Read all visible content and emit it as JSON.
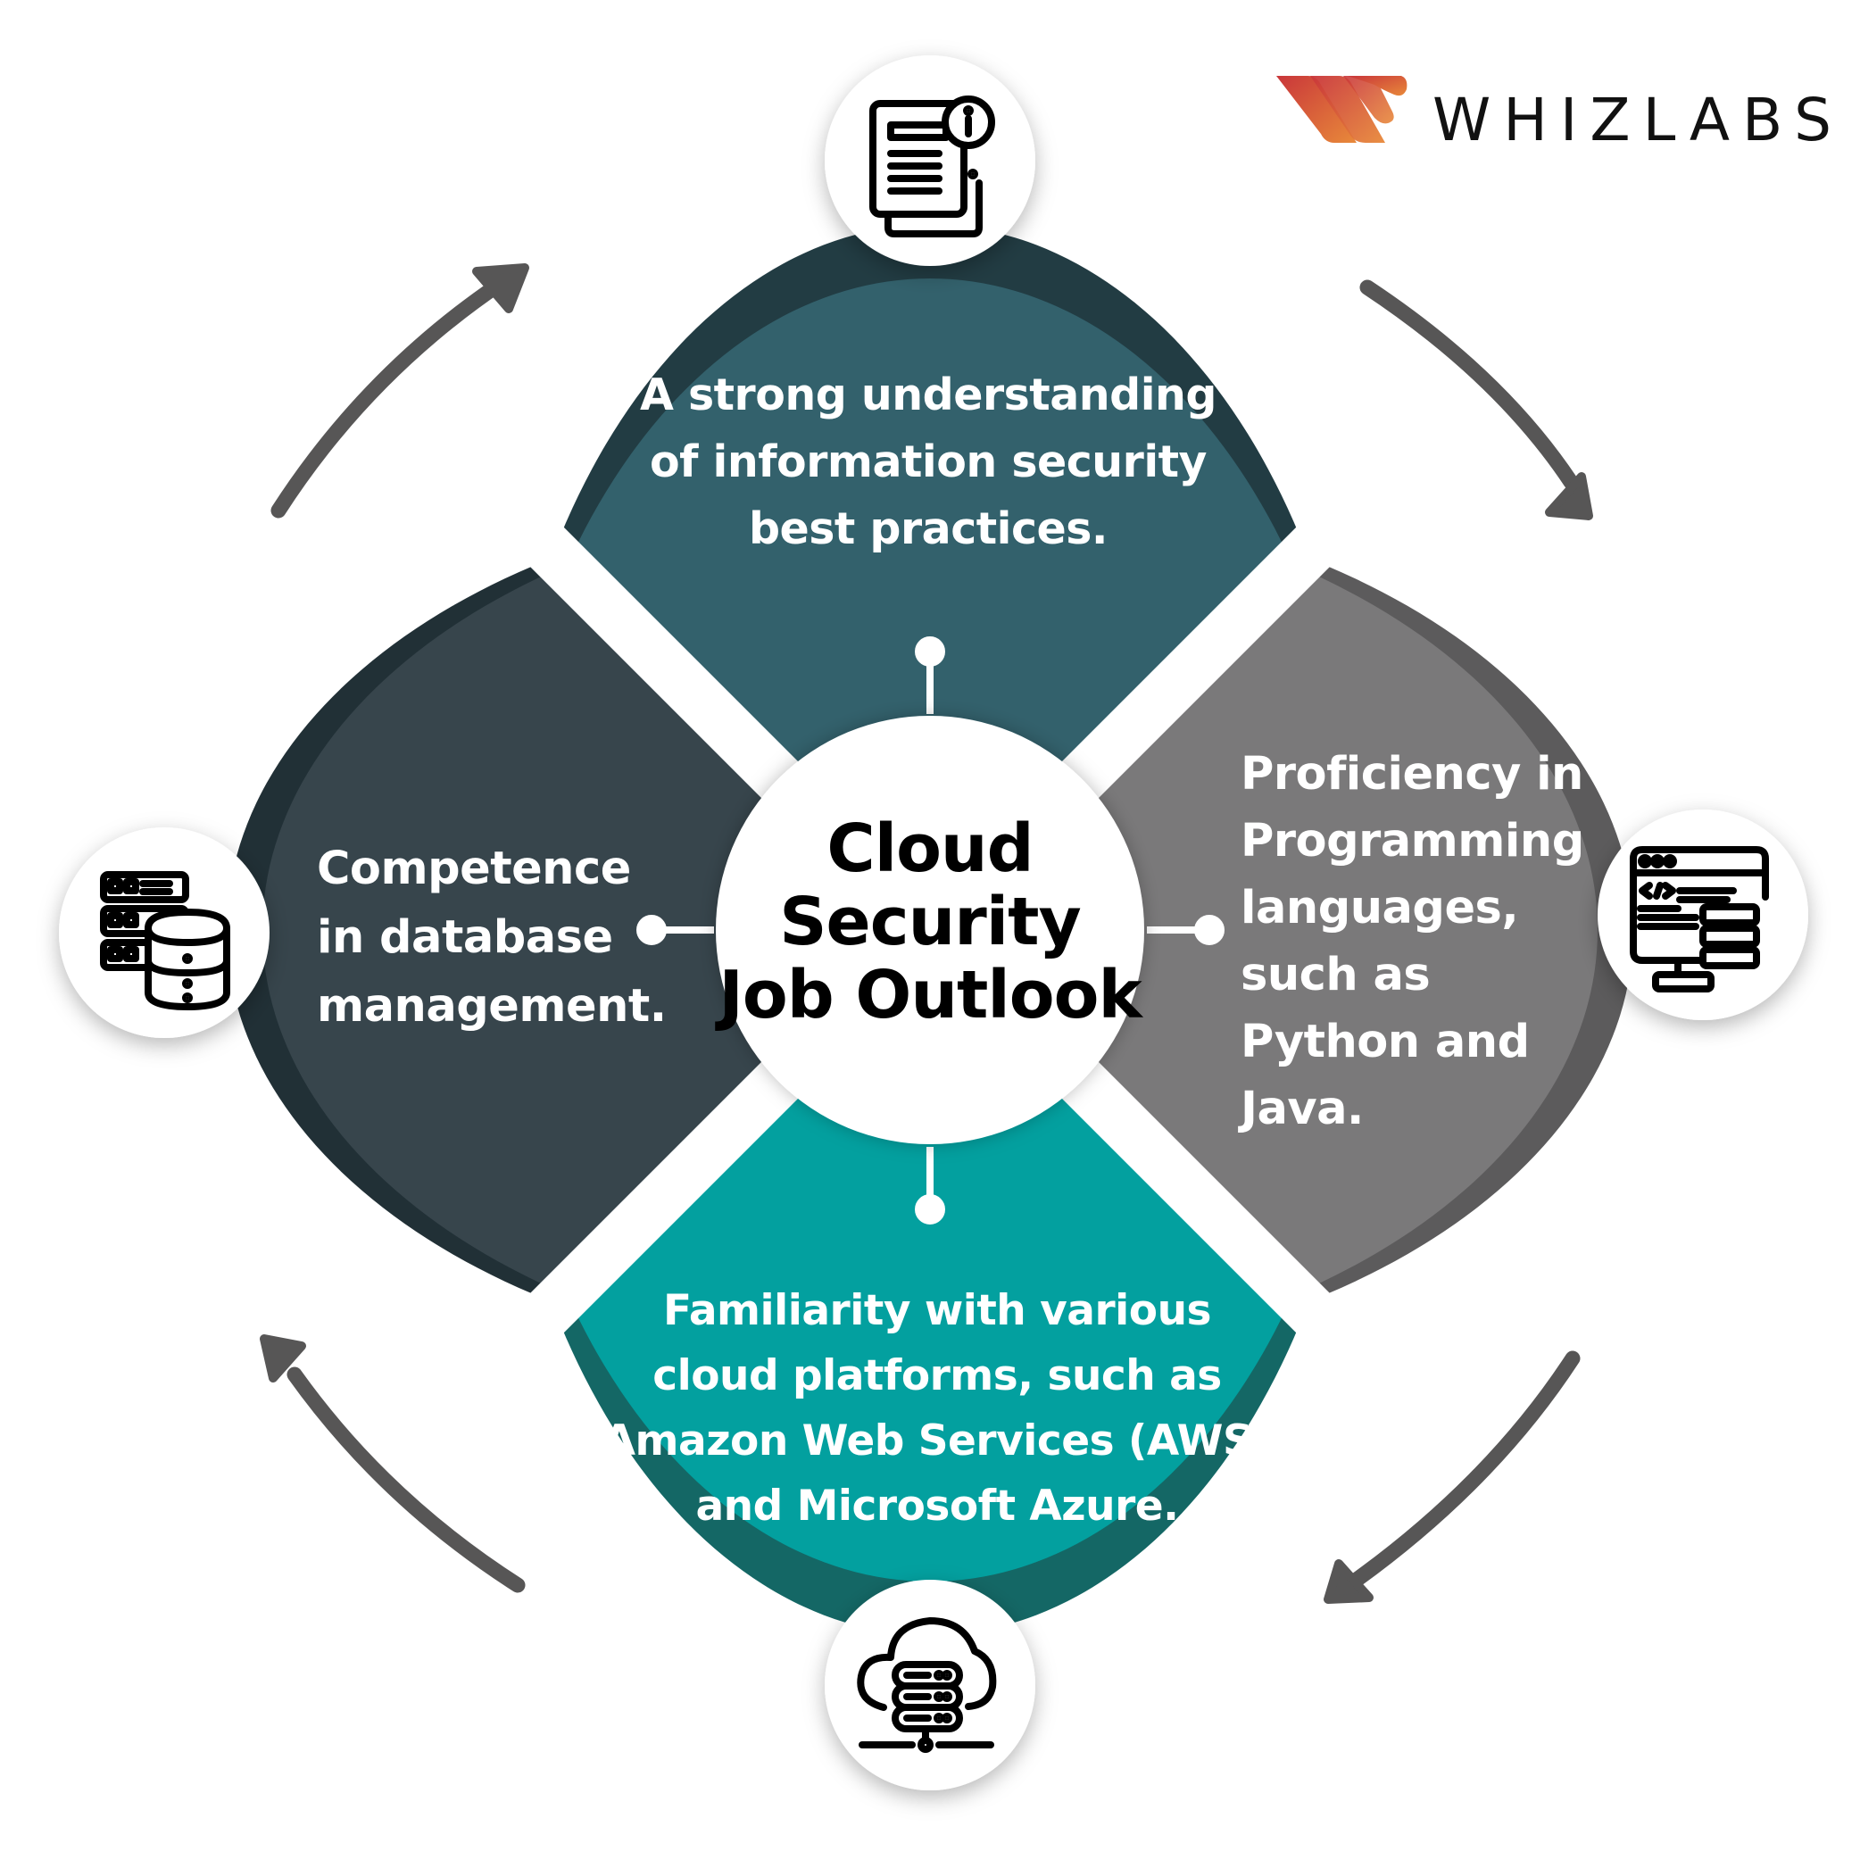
{
  "brand": {
    "name": "WHIZLABS",
    "logo_colors": [
      "#c9363a",
      "#e07b35"
    ]
  },
  "center": {
    "title_lines": [
      "Cloud",
      "Security",
      "Job Outlook"
    ]
  },
  "segments": {
    "top": {
      "lines": [
        "A strong understanding",
        "of information security",
        "best practices."
      ],
      "color": "#33616c",
      "rim_color": "#223c43",
      "icon": "document-info-icon"
    },
    "right": {
      "lines": [
        "Proficiency in",
        "Programming",
        "languages,",
        "such as",
        "Python and",
        "Java."
      ],
      "color": "#7a797a",
      "rim_color": "#5c5b5c",
      "icon": "code-monitor-server-icon"
    },
    "bottom": {
      "lines": [
        "Familiarity with various",
        "cloud platforms, such as",
        "Amazon Web Services (AWS)",
        "and Microsoft Azure."
      ],
      "color": "#03a09f",
      "rim_color": "#146765",
      "icon": "cloud-server-icon"
    },
    "left": {
      "lines": [
        "Competence",
        "in database",
        "management."
      ],
      "color": "#37454c",
      "rim_color": "#213036",
      "icon": "database-server-icon"
    }
  },
  "arrows": {
    "color": "#575656",
    "direction": "clockwise"
  }
}
